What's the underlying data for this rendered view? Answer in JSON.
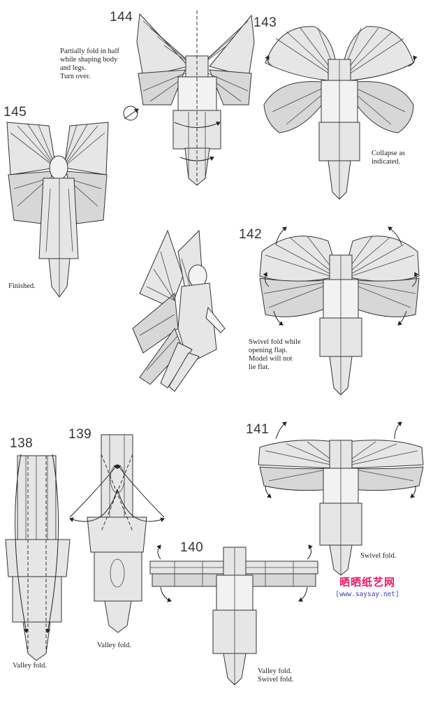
{
  "steps": {
    "s144": {
      "number": "144",
      "caption": [
        "Partially fold in half",
        "while shaping body",
        "and legs.",
        "Turn over."
      ]
    },
    "s143": {
      "number": "143",
      "caption": [
        "Collapse as",
        "indicated."
      ]
    },
    "s145": {
      "number": "145",
      "caption": [
        "Finished."
      ]
    },
    "s142": {
      "number": "142",
      "caption": [
        "Swivel fold while",
        "opening flap.",
        "Model will not",
        "lie flat."
      ]
    },
    "s141": {
      "number": "141",
      "caption": [
        "Swivel fold."
      ]
    },
    "s138": {
      "number": "138",
      "caption": [
        "Valley fold."
      ]
    },
    "s139": {
      "number": "139",
      "caption": [
        "Valley fold."
      ]
    },
    "s140": {
      "number": "140",
      "caption": [
        "Valley fold.",
        "Swivel fold."
      ]
    }
  },
  "watermark": {
    "title": "晒晒纸艺网",
    "url": "[www.saysay.net]"
  },
  "colors": {
    "paper": "#e6e6e6",
    "paper_dark": "#d7d7d7",
    "line": "#333333",
    "watermark_title": "#e8196a",
    "watermark_url": "#3a3ab8"
  }
}
